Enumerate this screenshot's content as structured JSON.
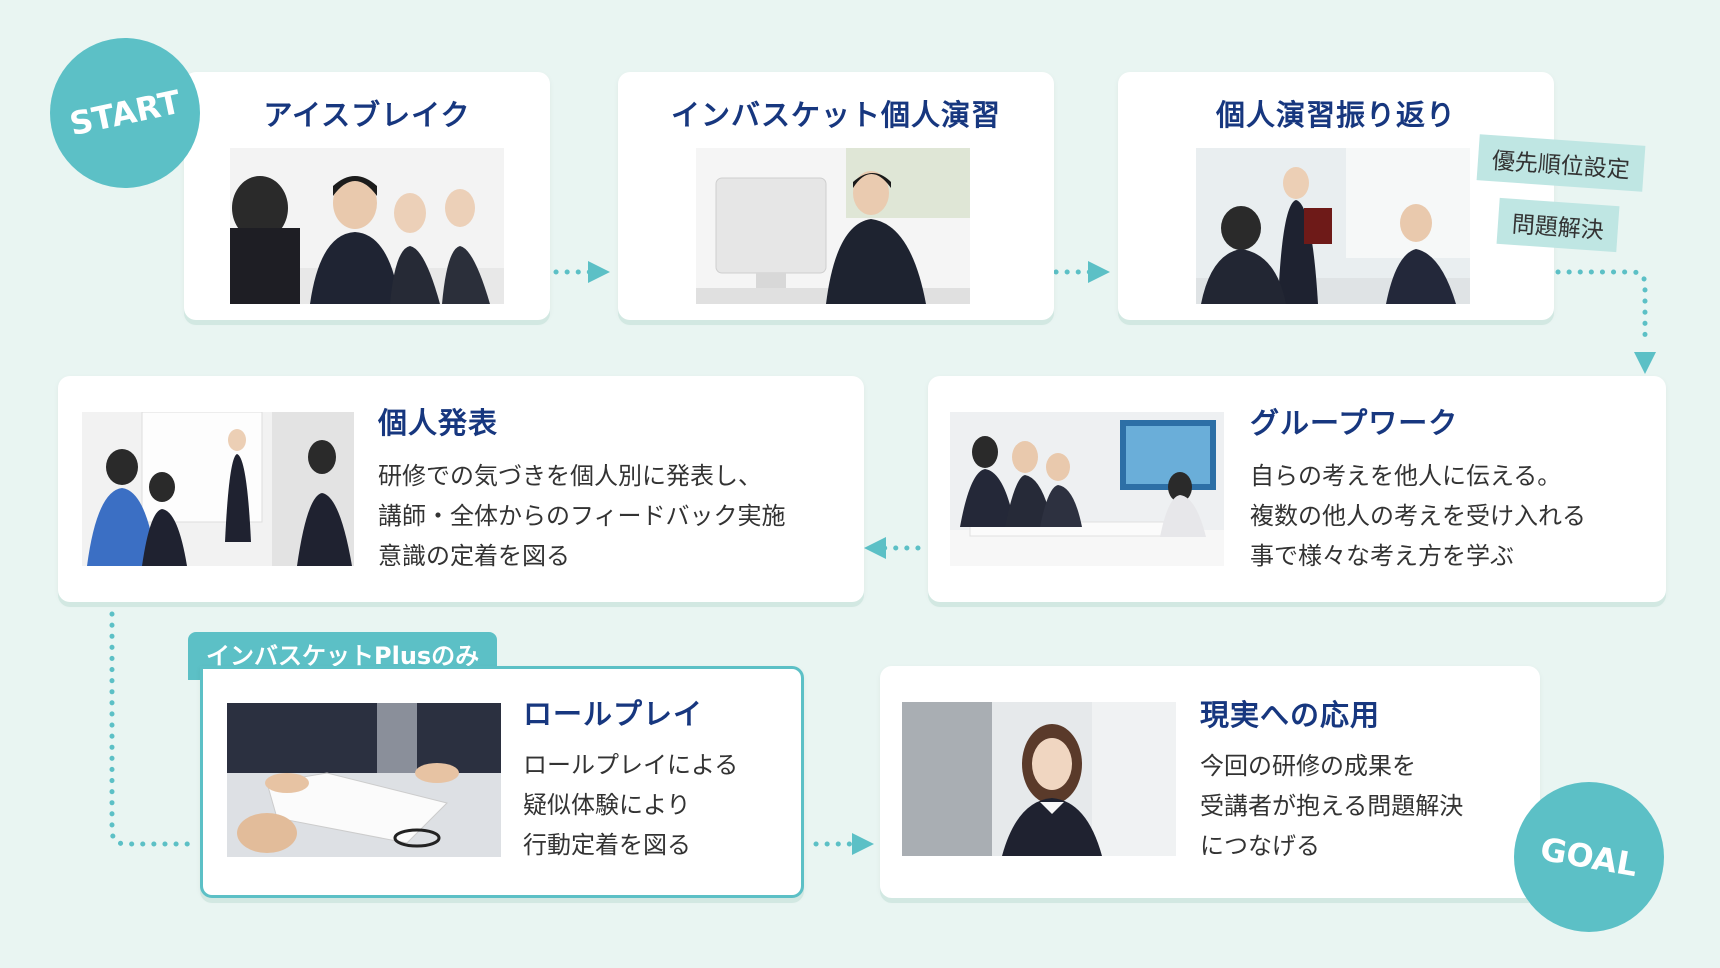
{
  "start_label": "START",
  "goal_label": "GOAL",
  "steps": [
    {
      "title": "アイスブレイク"
    },
    {
      "title": "インバスケット個人演習"
    },
    {
      "title": "個人演習振り返り",
      "tags": [
        "優先順位設定",
        "問題解決"
      ]
    },
    {
      "title": "グループワーク",
      "lines": [
        "自らの考えを他人に伝える。",
        "複数の他人の考えを受け入れる",
        "事で様々な考え方を学ぶ"
      ]
    },
    {
      "title": "個人発表",
      "lines": [
        "研修での気づきを個人別に発表し、",
        "講師・全体からのフィードバック実施",
        "意識の定着を図る"
      ]
    },
    {
      "title": "ロールプレイ",
      "badge": "インバスケットPlusのみ",
      "lines": [
        "ロールプレイによる",
        "疑似体験により",
        "行動定着を図る"
      ]
    },
    {
      "title": "現実への応用",
      "lines": [
        "今回の研修の成果を",
        "受講者が抱える問題解決",
        "につなげる"
      ]
    }
  ],
  "colors": {
    "accent": "#5cc0c6",
    "title": "#17377f",
    "background": "#e9f5f2",
    "tag": "#bfe6e3"
  }
}
